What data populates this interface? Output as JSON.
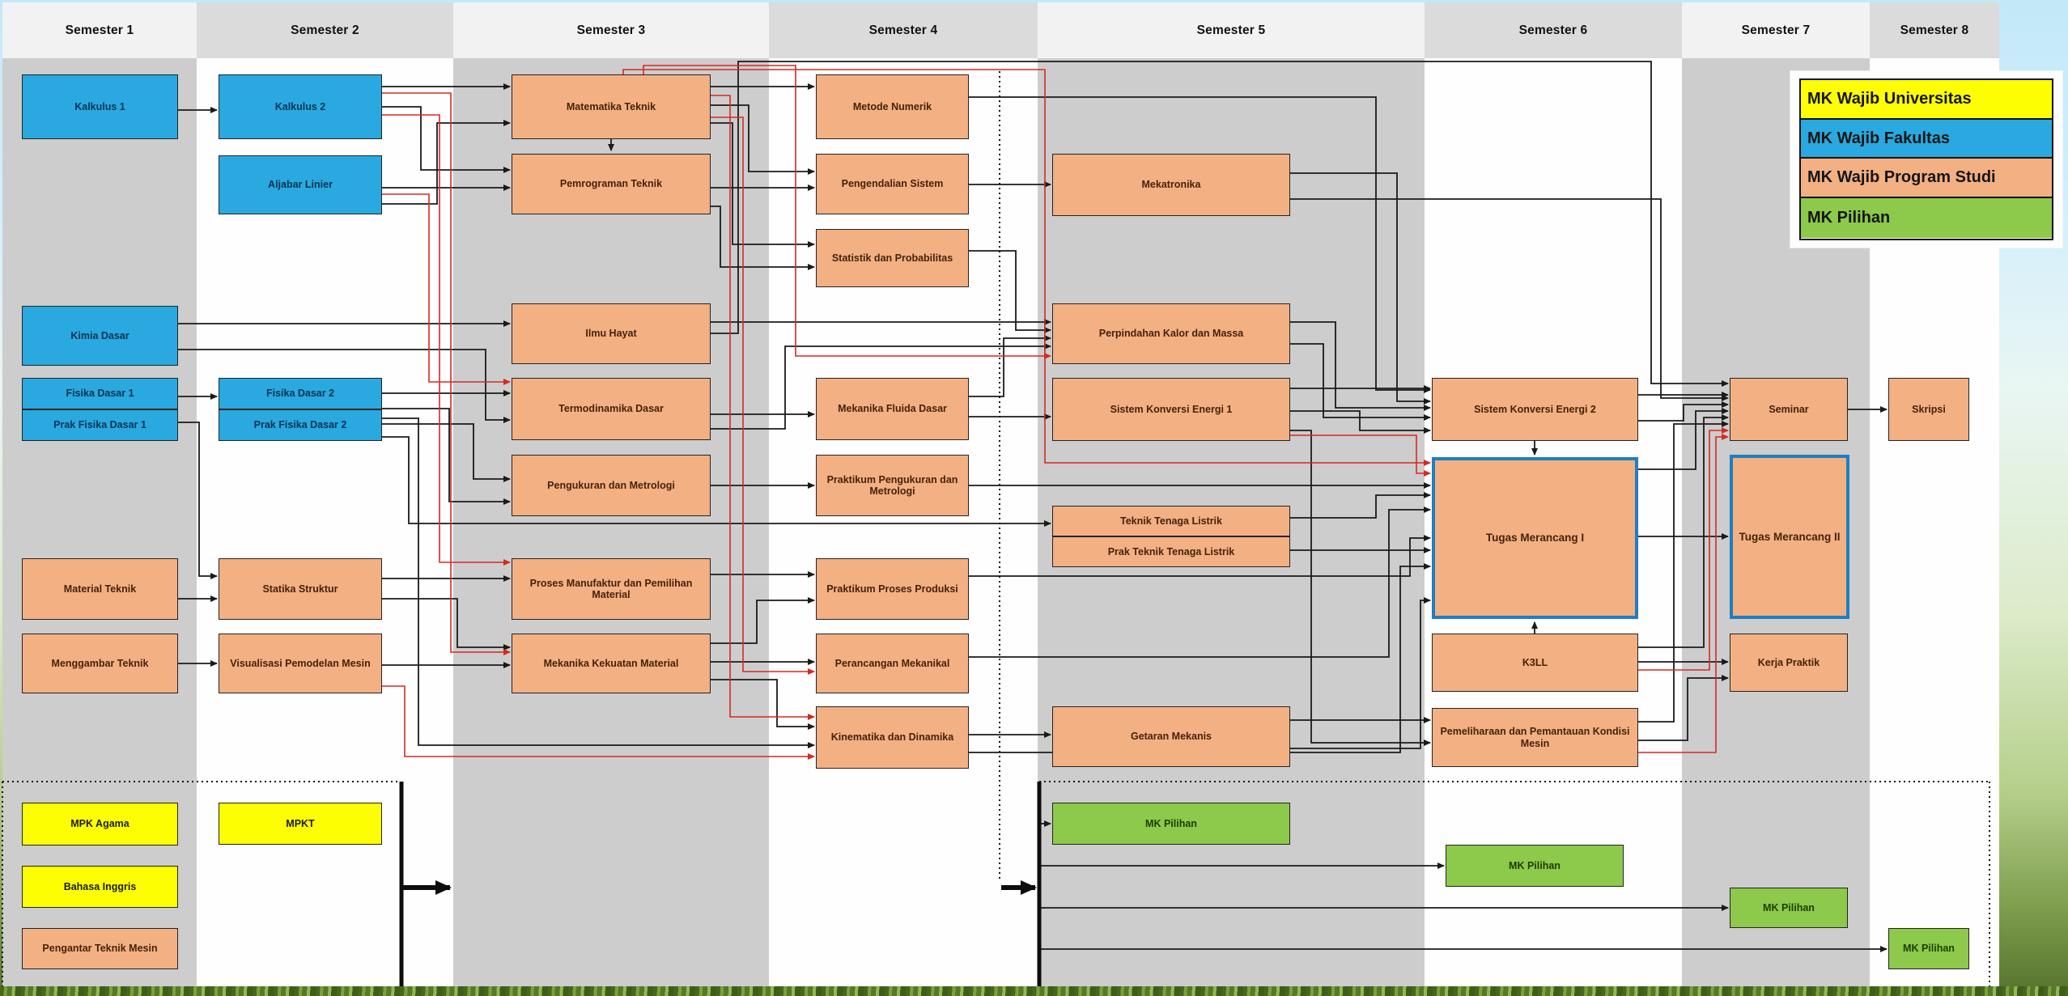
{
  "semesters": [
    "Semester 1",
    "Semester 2",
    "Semester 3",
    "Semester 4",
    "Semester 5",
    "Semester 6",
    "Semester 7",
    "Semester 8"
  ],
  "legend": {
    "items": [
      {
        "id": "universitas",
        "label": "MK Wajib Universitas"
      },
      {
        "id": "fakultas",
        "label": "MK Wajib Fakultas"
      },
      {
        "id": "prodi",
        "label": "MK Wajib Program Studi"
      },
      {
        "id": "pilihan",
        "label": "MK Pilihan"
      }
    ]
  },
  "colors": {
    "universitas": "#FEFE02",
    "fakultas": "#29A9E0",
    "prodi": "#F3B083",
    "pilihan": "#8DC94A",
    "highlight_border": "#1F7EC2",
    "line_black": "#1a1a1a",
    "line_red": "#d42a22"
  },
  "courses": [
    {
      "id": "kalkulus-1",
      "label": "Kalkulus 1",
      "type": "fakultas",
      "semester": 1
    },
    {
      "id": "kimia-dasar",
      "label": "Kimia Dasar",
      "type": "fakultas",
      "semester": 1
    },
    {
      "id": "fisika-dasar-1",
      "label": "Fisika Dasar 1",
      "type": "fakultas",
      "semester": 1
    },
    {
      "id": "prak-fisika-dasar-1",
      "label": "Prak Fisika Dasar 1",
      "type": "fakultas",
      "semester": 1
    },
    {
      "id": "material-teknik",
      "label": "Material Teknik",
      "type": "prodi",
      "semester": 1
    },
    {
      "id": "menggambar-teknik",
      "label": "Menggambar Teknik",
      "type": "prodi",
      "semester": 1
    },
    {
      "id": "mpk-agama",
      "label": "MPK Agama",
      "type": "universitas",
      "semester": 1
    },
    {
      "id": "bahasa-inggris",
      "label": "Bahasa Inggris",
      "type": "universitas",
      "semester": 1
    },
    {
      "id": "pengantar-teknik-mesin",
      "label": "Pengantar Teknik Mesin",
      "type": "prodi",
      "semester": 1
    },
    {
      "id": "kalkulus-2",
      "label": "Kalkulus 2",
      "type": "fakultas",
      "semester": 2
    },
    {
      "id": "aljabar-linier",
      "label": "Aljabar Linier",
      "type": "fakultas",
      "semester": 2
    },
    {
      "id": "fisika-dasar-2",
      "label": "Fisika Dasar 2",
      "type": "fakultas",
      "semester": 2
    },
    {
      "id": "prak-fisika-dasar-2",
      "label": "Prak Fisika Dasar 2",
      "type": "fakultas",
      "semester": 2
    },
    {
      "id": "statika-struktur",
      "label": "Statika Struktur",
      "type": "prodi",
      "semester": 2
    },
    {
      "id": "visualisasi-pemodelan-mesin",
      "label": "Visualisasi Pemodelan Mesin",
      "type": "prodi",
      "semester": 2
    },
    {
      "id": "mpkt",
      "label": "MPKT",
      "type": "universitas",
      "semester": 2
    },
    {
      "id": "matematika-teknik",
      "label": "Matematika Teknik",
      "type": "prodi",
      "semester": 3
    },
    {
      "id": "pemrograman-teknik",
      "label": "Pemrograman Teknik",
      "type": "prodi",
      "semester": 3
    },
    {
      "id": "ilmu-hayat",
      "label": "Ilmu Hayat",
      "type": "prodi",
      "semester": 3
    },
    {
      "id": "termodinamika-dasar",
      "label": "Termodinamika Dasar",
      "type": "prodi",
      "semester": 3
    },
    {
      "id": "pengukuran-dan-metrologi",
      "label": "Pengukuran dan Metrologi",
      "type": "prodi",
      "semester": 3
    },
    {
      "id": "proses-manufaktur",
      "label": "Proses Manufaktur dan Pemilihan Material",
      "type": "prodi",
      "semester": 3
    },
    {
      "id": "mekanika-kekuatan-material",
      "label": "Mekanika Kekuatan Material",
      "type": "prodi",
      "semester": 3
    },
    {
      "id": "metode-numerik",
      "label": "Metode Numerik",
      "type": "prodi",
      "semester": 4
    },
    {
      "id": "pengendalian-sistem",
      "label": "Pengendalian Sistem",
      "type": "prodi",
      "semester": 4
    },
    {
      "id": "statistik-dan-probabilitas",
      "label": "Statistik dan Probabilitas",
      "type": "prodi",
      "semester": 4
    },
    {
      "id": "mekanika-fluida-dasar",
      "label": "Mekanika Fluida Dasar",
      "type": "prodi",
      "semester": 4
    },
    {
      "id": "praktikum-pengukuran-dan-metrologi",
      "label": "Praktikum Pengukuran dan Metrologi",
      "type": "prodi",
      "semester": 4
    },
    {
      "id": "praktikum-proses-produksi",
      "label": "Praktikum Proses Produksi",
      "type": "prodi",
      "semester": 4
    },
    {
      "id": "perancangan-mekanikal",
      "label": "Perancangan Mekanikal",
      "type": "prodi",
      "semester": 4
    },
    {
      "id": "kinematika-dan-dinamika",
      "label": "Kinematika dan Dinamika",
      "type": "prodi",
      "semester": 4
    },
    {
      "id": "mekatronika",
      "label": "Mekatronika",
      "type": "prodi",
      "semester": 5
    },
    {
      "id": "perpindahan-kalor-dan-massa",
      "label": "Perpindahan Kalor dan Massa",
      "type": "prodi",
      "semester": 5
    },
    {
      "id": "sistem-konversi-energi-1",
      "label": "Sistem Konversi Energi 1",
      "type": "prodi",
      "semester": 5
    },
    {
      "id": "teknik-tenaga-listrik",
      "label": "Teknik Tenaga Listrik",
      "type": "prodi",
      "semester": 5
    },
    {
      "id": "prak-teknik-tenaga-listrik",
      "label": "Prak Teknik Tenaga Listrik",
      "type": "prodi",
      "semester": 5
    },
    {
      "id": "getaran-mekanis",
      "label": "Getaran Mekanis",
      "type": "prodi",
      "semester": 5
    },
    {
      "id": "mk-pilihan-5",
      "label": "MK Pilihan",
      "type": "pilihan",
      "semester": 5
    },
    {
      "id": "sistem-konversi-energi-2",
      "label": "Sistem Konversi Energi 2",
      "type": "prodi",
      "semester": 6
    },
    {
      "id": "tugas-merancang-1",
      "label": "Tugas Merancang I",
      "type": "prodi",
      "semester": 6,
      "highlight": true
    },
    {
      "id": "k3ll",
      "label": "K3LL",
      "type": "prodi",
      "semester": 6
    },
    {
      "id": "pemeliharaan",
      "label": "Pemeliharaan dan Pemantauan Kondisi Mesin",
      "type": "prodi",
      "semester": 6
    },
    {
      "id": "mk-pilihan-6",
      "label": "MK Pilihan",
      "type": "pilihan",
      "semester": 6
    },
    {
      "id": "seminar",
      "label": "Seminar",
      "type": "prodi",
      "semester": 7
    },
    {
      "id": "tugas-merancang-2",
      "label": "Tugas Merancang II",
      "type": "prodi",
      "semester": 7,
      "highlight": true
    },
    {
      "id": "kerja-praktik",
      "label": "Kerja Praktik",
      "type": "prodi",
      "semester": 7
    },
    {
      "id": "mk-pilihan-7",
      "label": "MK Pilihan",
      "type": "pilihan",
      "semester": 7
    },
    {
      "id": "skripsi",
      "label": "Skripsi",
      "type": "prodi",
      "semester": 8
    },
    {
      "id": "mk-pilihan-8",
      "label": "MK Pilihan",
      "type": "pilihan",
      "semester": 8
    }
  ]
}
